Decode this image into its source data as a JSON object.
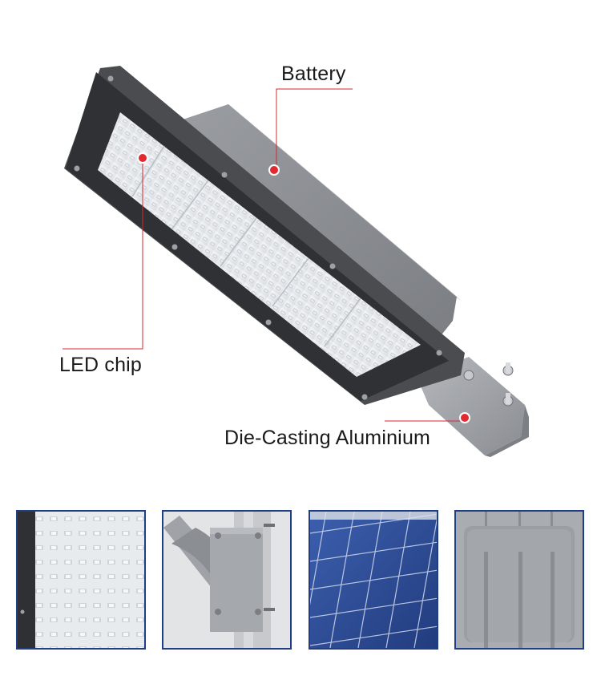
{
  "callouts": {
    "battery": "Battery",
    "led_chip": "LED chip",
    "die_casting": "Die-Casting Aluminium"
  },
  "colors": {
    "callout_line": "#d8272d",
    "callout_dot": "#e02a30",
    "thumb_border": "#1f3e86",
    "housing": "#8c8f94",
    "panel_blue": "#2f4f9a"
  },
  "thumbnails": [
    {
      "icon": "led-closeup"
    },
    {
      "icon": "pole-bracket"
    },
    {
      "icon": "solar-panel"
    },
    {
      "icon": "housing-back"
    }
  ]
}
